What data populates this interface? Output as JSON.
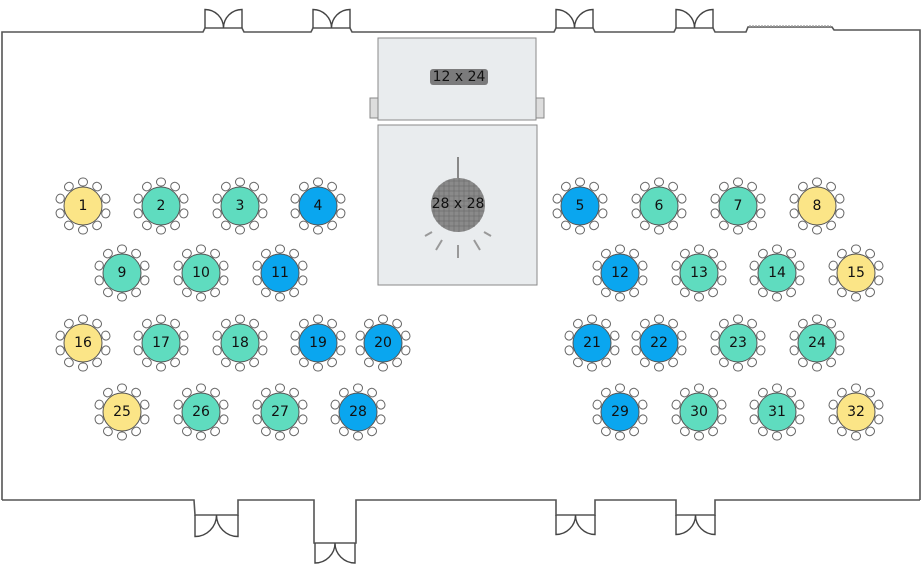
{
  "colors": {
    "yellow": "#fbe587",
    "green": "#5fdcbf",
    "blue": "#0aa6ef",
    "floor": "#e9ecee",
    "floor_border": "#8a8a8a"
  },
  "stage": {
    "label": "12 x 24"
  },
  "dance_floor": {
    "label": "28 x 28",
    "icon": "disco-ball-icon"
  },
  "tables": [
    {
      "number": "1",
      "color": "yellow"
    },
    {
      "number": "2",
      "color": "green"
    },
    {
      "number": "3",
      "color": "green"
    },
    {
      "number": "4",
      "color": "blue"
    },
    {
      "number": "5",
      "color": "blue"
    },
    {
      "number": "6",
      "color": "green"
    },
    {
      "number": "7",
      "color": "green"
    },
    {
      "number": "8",
      "color": "yellow"
    },
    {
      "number": "9",
      "color": "green"
    },
    {
      "number": "10",
      "color": "green"
    },
    {
      "number": "11",
      "color": "blue"
    },
    {
      "number": "12",
      "color": "blue"
    },
    {
      "number": "13",
      "color": "green"
    },
    {
      "number": "14",
      "color": "green"
    },
    {
      "number": "15",
      "color": "yellow"
    },
    {
      "number": "16",
      "color": "yellow"
    },
    {
      "number": "17",
      "color": "green"
    },
    {
      "number": "18",
      "color": "green"
    },
    {
      "number": "19",
      "color": "blue"
    },
    {
      "number": "20",
      "color": "blue"
    },
    {
      "number": "21",
      "color": "blue"
    },
    {
      "number": "22",
      "color": "blue"
    },
    {
      "number": "23",
      "color": "green"
    },
    {
      "number": "24",
      "color": "green"
    },
    {
      "number": "25",
      "color": "yellow"
    },
    {
      "number": "26",
      "color": "green"
    },
    {
      "number": "27",
      "color": "green"
    },
    {
      "number": "28",
      "color": "blue"
    },
    {
      "number": "29",
      "color": "blue"
    },
    {
      "number": "30",
      "color": "green"
    },
    {
      "number": "31",
      "color": "green"
    },
    {
      "number": "32",
      "color": "yellow"
    }
  ]
}
